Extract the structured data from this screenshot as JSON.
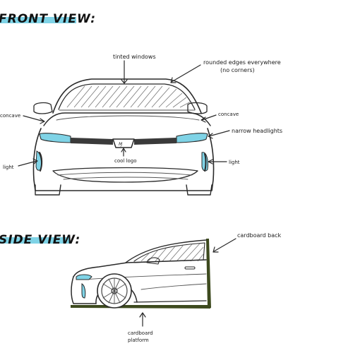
{
  "front_view": {
    "heading": "FRONT VIEW:",
    "highlight_color": "#7fd3e6",
    "labels": {
      "tinted_windows": "tinted windows",
      "rounded_edges_1": "rounded edges everywhere",
      "rounded_edges_2": "(no corners)",
      "concave_left": "concave",
      "concave_right": "concave",
      "narrow_headlights": "narrow headlights",
      "light_left": "light",
      "light_right": "light",
      "cool_logo": "cool logo"
    }
  },
  "side_view": {
    "heading": "SIDE VIEW:",
    "labels": {
      "cardboard_back": "cardboard back",
      "cardboard_1": "cardboard",
      "cardboard_2": "platform"
    }
  },
  "colors": {
    "accent": "#7fd3e6",
    "board_dark": "#3d4a1e"
  }
}
